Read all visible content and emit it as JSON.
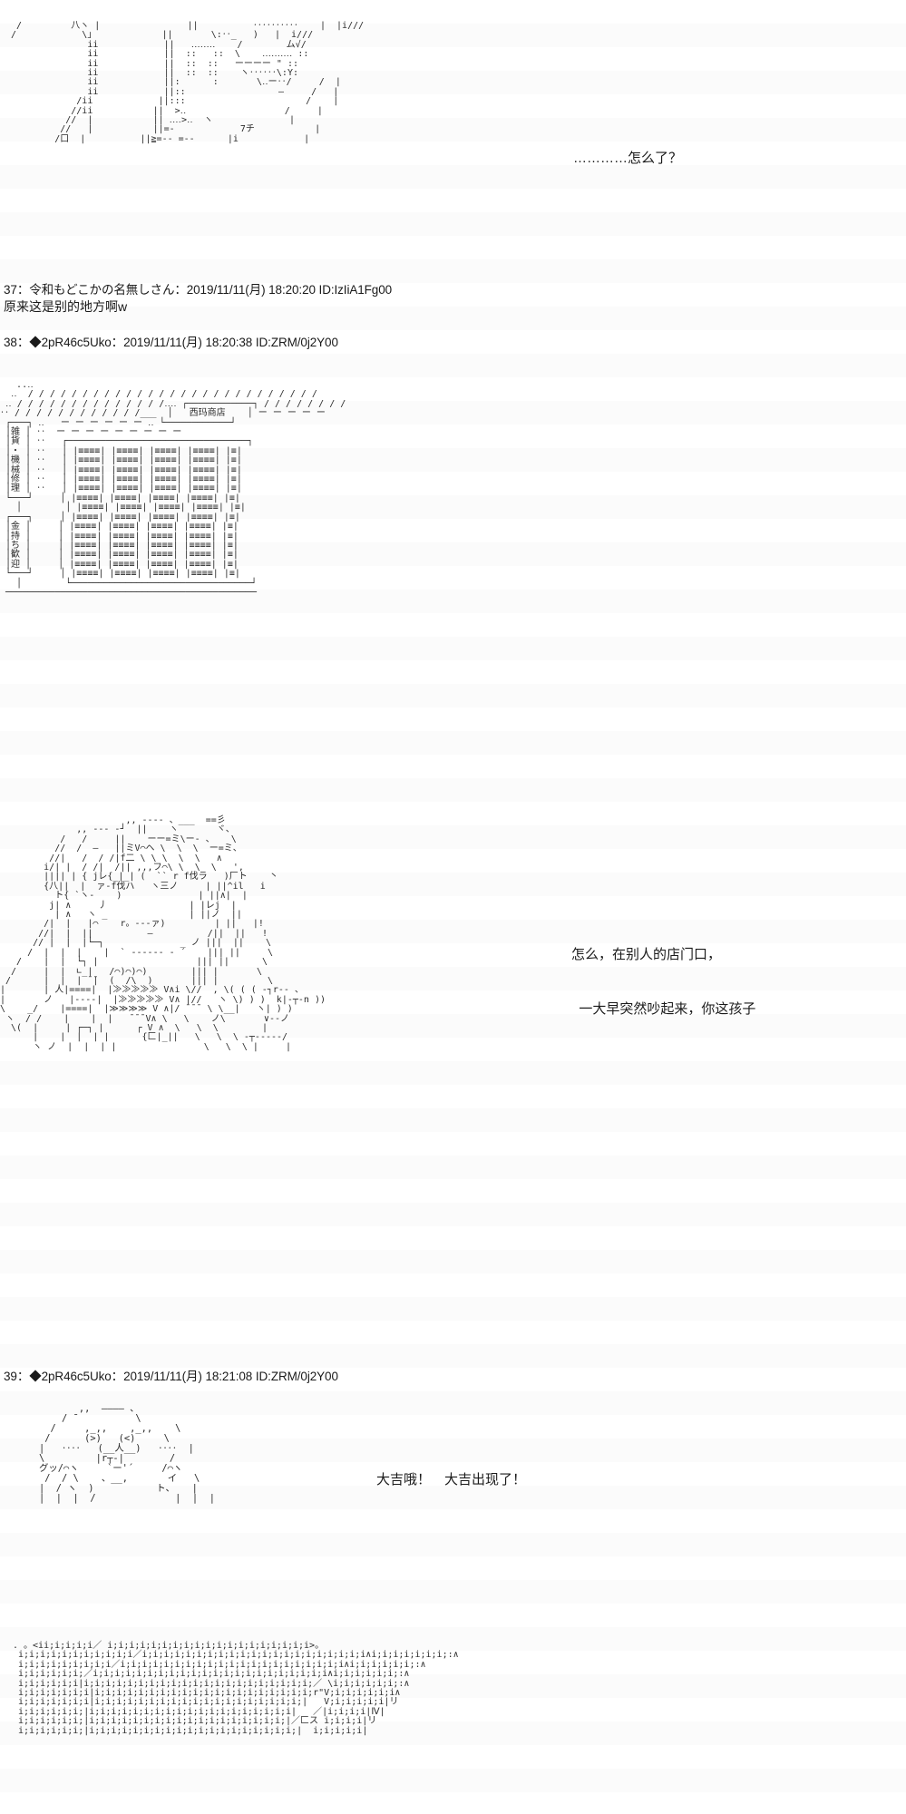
{
  "board": {
    "background_color": "#ffffff",
    "text_color": "#1a1a1a"
  },
  "dialogue": {
    "top": "…………怎么了？",
    "granny": "怎么，在别人的店门口，\n\n  一大早突然吵起来，你这孩子",
    "gutt": "大吉哦！　大吉出现了！"
  },
  "shop": {
    "sign_name": "西玛商店",
    "sign_zakka": "雑貨・機械修理",
    "sign_kanemochi": "金持ち歓迎"
  },
  "posts": [
    {
      "number": "37",
      "name": "令和もどこかの名無しさん",
      "date": "2019/11/11(月) 18:20:20",
      "id": "ID:IzIiA1Fg00",
      "header": "37：令和もどこかの名無しさん：2019/11/11(月) 18:20:20 ID:IzIiA1Fg00",
      "body": "原来这是别的地方啊w"
    },
    {
      "number": "38",
      "name": "◆2pR46c5Uko",
      "date": "2019/11/11(月) 18:20:38",
      "id": "ID:ZRM/0j2Y00",
      "header": "38：◆2pR46c5Uko：2019/11/11(月) 18:20:38 ID:ZRM/0j2Y00",
      "body": ""
    },
    {
      "number": "39",
      "name": "◆2pR46c5Uko",
      "date": "2019/11/11(月) 18:21:08",
      "id": "ID:ZRM/0j2Y00",
      "header": "39：◆2pR46c5Uko：2019/11/11(月) 18:21:08 ID:ZRM/0j2Y00",
      "body": ""
    }
  ],
  "ascii_art": {
    "top_face": "   /         八ヽ |                ||          ‥‥‥‥‥    |  |i///\n  /            \\」            ||       \\:‥_   )   |  i///\n                ii            ||   ‥‥‥‥    /        ム√/\n                ii            ||  ::   ::  \\    ‥‥‥‥‥ ::\n                ii            ||  ::  ::   ーーーー \" ::\n                ii            ||  ::  ::    ヽ‥‥‥\\:Y:\n                ii            ||:      :       \\‥ー‥/     /  |\n                ii            ||::                 ―     /   |\n              /ii            ||:::                      /    |\n             //ii           ||  >‥                  /     |\n            //  |           || ‥‥>‥  ヽ              |\n           //   |           ||=-            7チ           |\n          /口  |          ||≧=-- =--      |i            |",
    "shop": "   ..‥\n  ‥  / / / / / / / / / / / / / / / / / / / / / / / / / / /\n ‥ / / / / / / / / / / / / / /‥‥ ┌────────────┐ / / / / / / / /\n‥ / / / / / / / / / / / /___  │   西玛商店    │ ー ー ー ー ー\n ┌───┐ ‥   ー ー ー ー ー ー ‥ └────────────┘\n │雑 │ ‥  ー ー ー ー ー ー ー ー ー\n │貨 │ ‥   ┌─────────────────────────────────┐\n │・ │ ‥   │ |≡≡≡≡| |≡≡≡≡| |≡≡≡≡| |≡≡≡≡| |≡|\n │機 │ ‥   │ |≡≡≡≡| |≡≡≡≡| |≡≡≡≡| |≡≡≡≡| |≡|\n │械 │ ‥   │ |≡≡≡≡| |≡≡≡≡| |≡≡≡≡| |≡≡≡≡| |≡|\n │修 │ ‥   │ |≡≡≡≡| |≡≡≡≡| |≡≡≡≡| |≡≡≡≡| |≡|\n │理 │ ‥   │ |≡≡≡≡| |≡≡≡≡| |≡≡≡≡| |≡≡≡≡| |≡|\n └───┘     │ |≡≡≡≡| |≡≡≡≡| |≡≡≡≡| |≡≡≡≡| |≡|\n   │        │ |≡≡≡≡| |≡≡≡≡| |≡≡≡≡| |≡≡≡≡| |≡|\n ┌───┐     │ |≡≡≡≡| |≡≡≡≡| |≡≡≡≡| |≡≡≡≡| |≡|\n │金 │     │ |≡≡≡≡| |≡≡≡≡| |≡≡≡≡| |≡≡≡≡| |≡|\n │持 │     │ |≡≡≡≡| |≡≡≡≡| |≡≡≡≡| |≡≡≡≡| |≡|\n │ち │     │ |≡≡≡≡| |≡≡≡≡| |≡≡≡≡| |≡≡≡≡| |≡|\n │歓 │     │ |≡≡≡≡| |≡≡≡≡| |≡≡≡≡| |≡≡≡≡| |≡|\n │迎 │     │ |≡≡≡≡| |≡≡≡≡| |≡≡≡≡| |≡≡≡≡| |≡|\n └───┘     │ |≡≡≡≡| |≡≡≡≡| |≡≡≡≡| |≡≡≡≡| |≡|\n   │        └─────────────────────────────────┘\n ──────────────────────────────────────────────",
    "granny": "                       ,, ---- 、___  ==彡\n              ,, --- ‐┘  ||    ヽ       ヾ、\n           /   /     ||    ーー=ミ\\ー‐ 、   \\\n          //  /  ―   ||ミV⌒ヘ \\  \\  \\  ー=ミ、\n         //|   /  / /|f二 \\ \\ \\  \\  \\   ∧\n        i/| |  / /|  /|| ,,,フ⌒\\ \\  \\  \\   ',\n        |||| | { jレ{_|_| (  `` r f伐ラ   )厂ト    丶\n        {八||  |  ァ-f伐ハ   ヽ三ノ     | ||^il   i\n          ト{ `ヽ‐    )              | ||∧|  |\n         j| ∧     丿               | |レj  |\n          | ∧   ヽ _               | ||ノ  ||\n        /|  |   |⌒    r。---ァ)         | ||   |!\n       //|  |  ||          ―          /||  ||   !\n      // |  |  |└─┐              _ ノ |||  ||    \\\n     /  |  |  |    |  ` ‐----- ‐ ´    ||| ||     \\\n   /    |  |  └┐ |                  ||| ||      \\\n  /     |  |  ∟_|   /⌒)⌒)⌒)        ||| |       \\\n /      |  |  | ̄ ̄|  (  /\\  )       ||| |         \\\n|       | 人|====|  |≫≫≫≫≫ V∧i \\//  , \\( ( ( ‐┐r‐‐ 、\n|       ノ   |‐‐‐‐|  |≫≫≫≫≫ V∧ |//   ヽ \\) ) )  k|‐┬‐n ))\n\\    _/    |====|  |≫≫≫≫ V ∧|/ ̄ ̄ ̄  \\ \\__|   ヽ| ) )\n ヽ  / /    |    |  |   ̄ ̄ ̄ V∧ \\   \\    ノ\\       ∨‐‐ノ\n  \\(  |     | ┌─┐ |      ┌ V ∧  \\   \\  \\        |\n      |    |  |  | |      {匚|_||   \\   \\  \\ ‐┬‐‐‐‐‐/\n      ヽ ノ  |  |  | |                \\   \\  \\ |     |",
    "gutt": "           ,,  ―――― 、\n        / ̄           \\\n      /     ,_,,    ,_,,    \\\n     /      (>)   (<)     \\\n    |   ‥‥   (__人__)   ‥‥  |\n    \\         |r┬-|        /\n    グッ/⌒ヽ     `ー'´     /⌒ヽ\n     /  / \\    、__,       イ   \\\n    |  / ヽ  )           ト、   |\n    |  |  |  /              |  |  |",
    "bottom": ". 。<ii;i;i;i;i／ i;i;i;i;i;i;i;i;i;i;i;i;i;i;i;i;i;i;i>。\n i;i;i;i;i;i;i;i;i;i;i／i;i;i;i;i;i;i;i;i;i;i;i;i;i;i;i;i;i;i;i;i∧i;i;i;i;i;i;i;:∧\n i;i;i;i;i;i;i;i;i／i;i;i;i;i;i;i;i;i;i;i;i;i;i;i;i;i;i;i;i;i∧i;i;i;i;i;i;:∧\n i;i;i;i;i;i;／i;i;i;i;i;i;i;i;i;i;i;i;i;i;i;i;i;i;i;i;i;i∧i;i;i;i;i;i;:∧\n i;i;i;i;i;i|i;i;i;i;i;i;i;i;i;i;i;i;i;i;i;i;i;i;i;i;i;／ \\i;i;i;i;i;i;:∧\n i;i;i;i;i;i;i|i;i;i;i;i;i;i;i;i;i;i;i;i;i;i;i;i;i;i;i;r\"V;i;i;i;i;i;i∧\n i;i;i;i;i;i;i|i;i;i;i;i;i;i;i;i;i;i;i;i;i;i;i;i;i;i;|   V;i;i;i;i;i|リ\n i;i;i;i;i;i;|i;i;i;i;i;i;i;i;i;i;i;i;i;i;i;i;i;i;i|   ／|i;i;i;i|Ⅳ|\n i;i;i;i;i;i;|i;i;i;i;i;i;i;i;i;i;i;i;i;i;i;i;i;i;|／匚ス i;i;i;i|リ\n i;i;i;i;i;i;|i;i;i;i;i;i;i;i;i;i;i;i;i;i;i;i;i;i;i;|  i;i;i;i;i|"
  }
}
